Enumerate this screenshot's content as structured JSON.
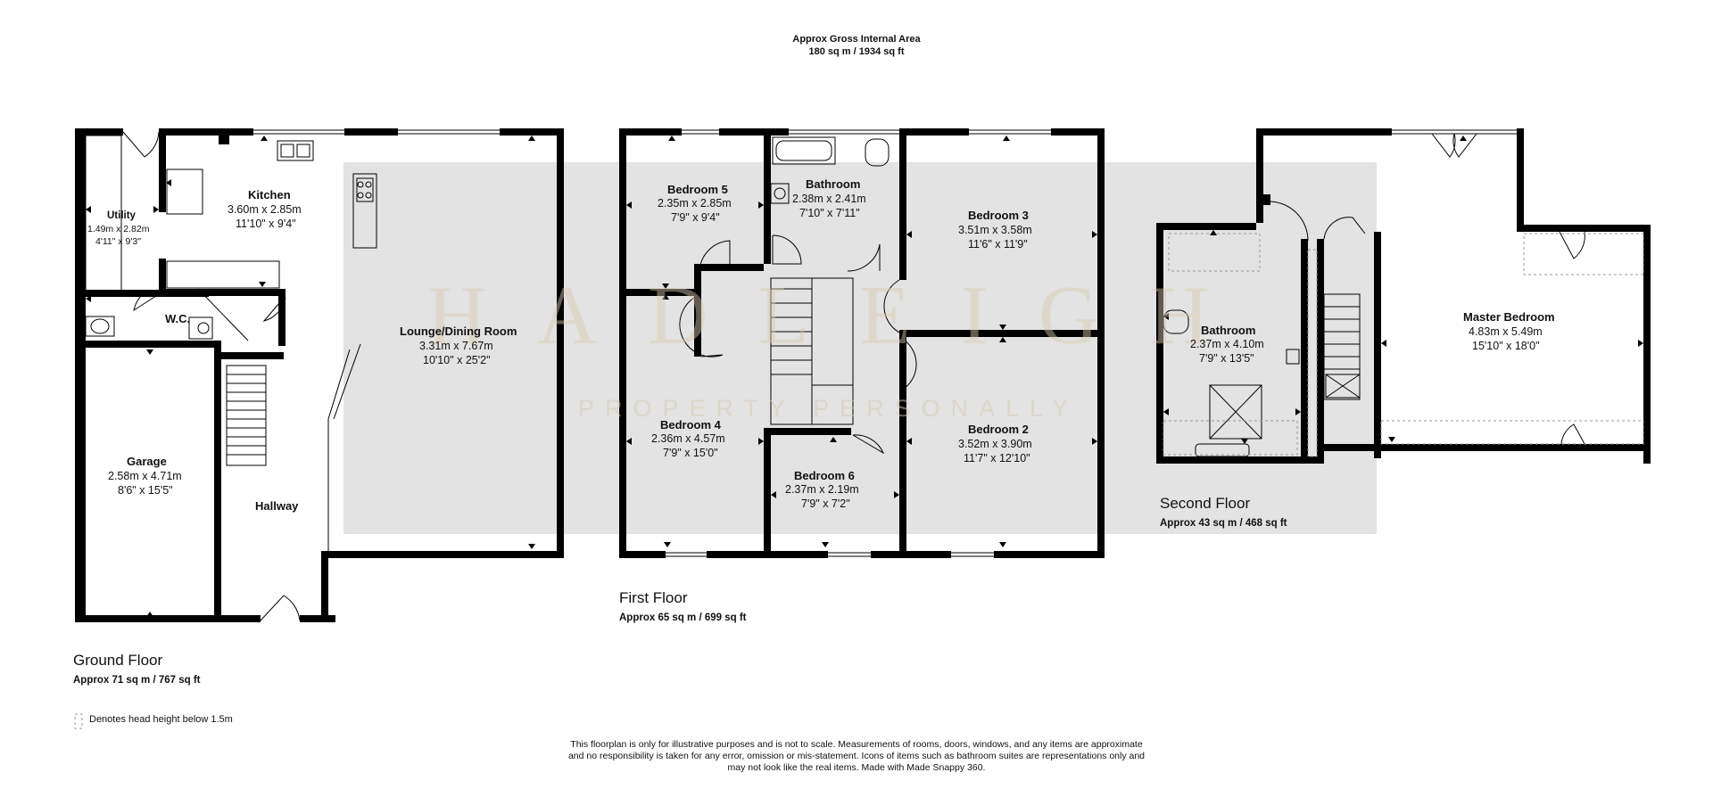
{
  "header": {
    "title": "Approx Gross Internal Area",
    "area": "180 sq m / 1934 sq ft"
  },
  "watermark": {
    "brand": "HADLEIGH",
    "tagline": "PROPERTY PERSONALLY"
  },
  "floors": {
    "ground": {
      "name": "Ground Floor",
      "area": "Approx 71 sq m / 767 sq ft",
      "rooms": {
        "kitchen": {
          "name": "Kitchen",
          "metric": "3.60m x 2.85m",
          "imperial": "11'10\" x 9'4\""
        },
        "utility": {
          "name": "Utility",
          "metric": "1.49m x 2.82m",
          "imperial": "4'11\" x 9'3\""
        },
        "wc": {
          "name": "W.C."
        },
        "lounge": {
          "name": "Lounge/Dining Room",
          "metric": "3.31m x 7.67m",
          "imperial": "10'10\" x 25'2\""
        },
        "garage": {
          "name": "Garage",
          "metric": "2.58m x 4.71m",
          "imperial": "8'6\" x 15'5\""
        },
        "hallway": {
          "name": "Hallway"
        }
      }
    },
    "first": {
      "name": "First Floor",
      "area": "Approx 65 sq m / 699 sq ft",
      "rooms": {
        "bedroom5": {
          "name": "Bedroom 5",
          "metric": "2.35m x 2.85m",
          "imperial": "7'9\" x 9'4\""
        },
        "bathroom": {
          "name": "Bathroom",
          "metric": "2.38m x 2.41m",
          "imperial": "7'10\" x 7'11\""
        },
        "bedroom3": {
          "name": "Bedroom 3",
          "metric": "3.51m x 3.58m",
          "imperial": "11'6\" x 11'9\""
        },
        "bedroom4": {
          "name": "Bedroom 4",
          "metric": "2.36m x 4.57m",
          "imperial": "7'9\" x 15'0\""
        },
        "bedroom2": {
          "name": "Bedroom 2",
          "metric": "3.52m x 3.90m",
          "imperial": "11'7\" x 12'10\""
        },
        "bedroom6": {
          "name": "Bedroom 6",
          "metric": "2.37m x 2.19m",
          "imperial": "7'9\" x 7'2\""
        }
      }
    },
    "second": {
      "name": "Second Floor",
      "area": "Approx 43 sq m / 468 sq ft",
      "rooms": {
        "bathroom": {
          "name": "Bathroom",
          "metric": "2.37m x 4.10m",
          "imperial": "7'9\" x 13'5\""
        },
        "master": {
          "name": "Master Bedroom",
          "metric": "4.83m x 5.49m",
          "imperial": "15'10\" x 18'0\""
        }
      }
    }
  },
  "legend": {
    "head_height": "Denotes head height below 1.5m"
  },
  "disclaimer": {
    "line1": "This floorplan is only for illustrative purposes and is not to scale. Measurements of rooms, doors, windows, and any items are approximate",
    "line2": "and no responsibility is taken for any error, omission or mis-statement. Icons of items such as bathroom suites are representations only and",
    "line3": "may not look like the real items. Made with Made Snappy 360."
  },
  "colors": {
    "wall": "#000000",
    "watermark_band": "#e3e3e3",
    "watermark_text": "#d8cbb2",
    "text": "#111111"
  }
}
